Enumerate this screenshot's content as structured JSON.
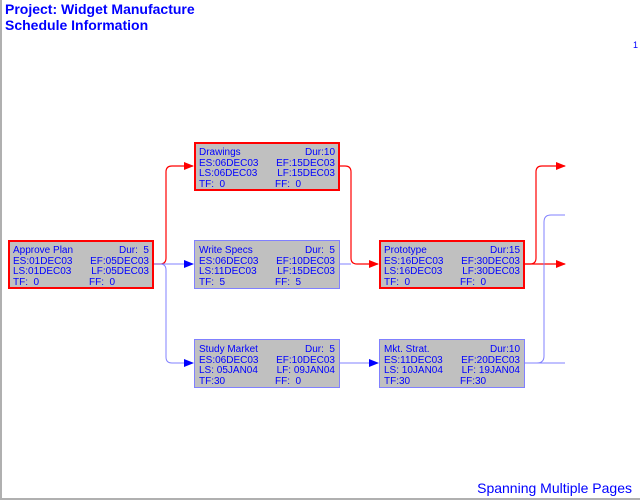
{
  "header": {
    "title": "Project: Widget Manufacture",
    "subtitle": "Schedule Information",
    "page_number": "1"
  },
  "footnote": "Spanning Multiple Pages",
  "colors": {
    "text": "#0000ff",
    "critical": "#ff0000",
    "noncritical": "#8080ff",
    "node_fill": "#c0c0c0"
  },
  "nodes": [
    {
      "id": "approve",
      "name": "Approve Plan",
      "dur": "Dur:  5",
      "es": "ES:01DEC03",
      "ef": "EF:05DEC03",
      "ls": "LS:01DEC03",
      "lf": "LF:05DEC03",
      "tf": "TF:  0",
      "ff": "FF:  0",
      "critical": true
    },
    {
      "id": "drawings",
      "name": "Drawings",
      "dur": "Dur:10",
      "es": "ES:06DEC03",
      "ef": "EF:15DEC03",
      "ls": "LS:06DEC03",
      "lf": "LF:15DEC03",
      "tf": "TF:  0",
      "ff": "FF:  0",
      "critical": true
    },
    {
      "id": "writespecs",
      "name": "Write Specs",
      "dur": "Dur:  5",
      "es": "ES:06DEC03",
      "ef": "EF:10DEC03",
      "ls": "LS:11DEC03",
      "lf": "LF:15DEC03",
      "tf": "TF:  5",
      "ff": "FF:  5",
      "critical": false
    },
    {
      "id": "studymarket",
      "name": "Study Market",
      "dur": "Dur:  5",
      "es": "ES:06DEC03",
      "ef": "EF:10DEC03",
      "ls": "LS: 05JAN04",
      "lf": "LF: 09JAN04",
      "tf": "TF:30",
      "ff": "FF:  0",
      "critical": false
    },
    {
      "id": "prototype",
      "name": "Prototype",
      "dur": "Dur:15",
      "es": "ES:16DEC03",
      "ef": "EF:30DEC03",
      "ls": "LS:16DEC03",
      "lf": "LF:30DEC03",
      "tf": "TF:  0",
      "ff": "FF:  0",
      "critical": true
    },
    {
      "id": "mktstrat",
      "name": "Mkt. Strat.",
      "dur": "Dur:10",
      "es": "ES:11DEC03",
      "ef": "EF:20DEC03",
      "ls": "LS: 10JAN04",
      "lf": "LF: 19JAN04",
      "tf": "TF:30",
      "ff": "FF:30",
      "critical": false
    }
  ],
  "links": [
    {
      "from": "Approve Plan",
      "to": "Drawings",
      "critical": true
    },
    {
      "from": "Approve Plan",
      "to": "Write Specs",
      "critical": false
    },
    {
      "from": "Approve Plan",
      "to": "Study Market",
      "critical": false
    },
    {
      "from": "Drawings",
      "to": "Prototype",
      "critical": true
    },
    {
      "from": "Write Specs",
      "to": "Prototype",
      "critical": false
    },
    {
      "from": "Study Market",
      "to": "Mkt. Strat.",
      "critical": false
    },
    {
      "from": "Prototype",
      "to": "off-page",
      "critical": true
    },
    {
      "from": "Prototype",
      "to": "off-page",
      "critical": true
    },
    {
      "from": "Mkt. Strat.",
      "to": "off-page",
      "critical": false
    }
  ]
}
